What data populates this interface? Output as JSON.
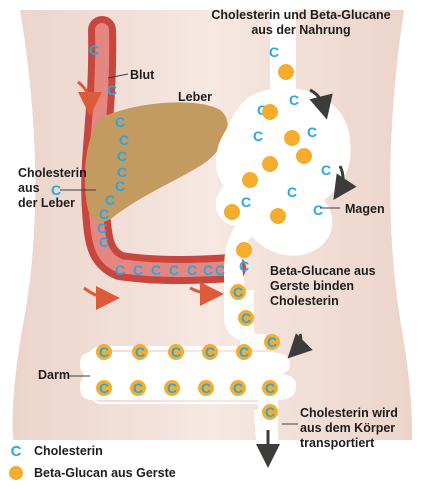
{
  "labels": {
    "food": "Cholesterin und Beta-Glucane\naus der Nahrung",
    "blood": "Blut",
    "liver": "Leber",
    "liver_cholesterol": "Cholesterin\naus\nder Leber",
    "stomach": "Magen",
    "binding": "Beta-Glucane aus\nGerste binden\nCholesterin",
    "intestine": "Darm",
    "excretion": "Cholesterin wird\naus dem Körper\ntransportiert"
  },
  "legend": {
    "cholesterol": "Cholesterin",
    "betaglucan": "Beta-Glucan aus Gerste"
  },
  "symbol_letter": "C",
  "colors": {
    "background": "#f1ddd4",
    "cholesterol": "#2aa6e0",
    "betaglucan": "#f4ad2c",
    "liver": "#c39a5f",
    "blood_vessel": "#e36b63",
    "arrow_blood": "#dd5a3a",
    "arrow_flow": "#3c3c3b",
    "text": "#1d1d1b"
  }
}
